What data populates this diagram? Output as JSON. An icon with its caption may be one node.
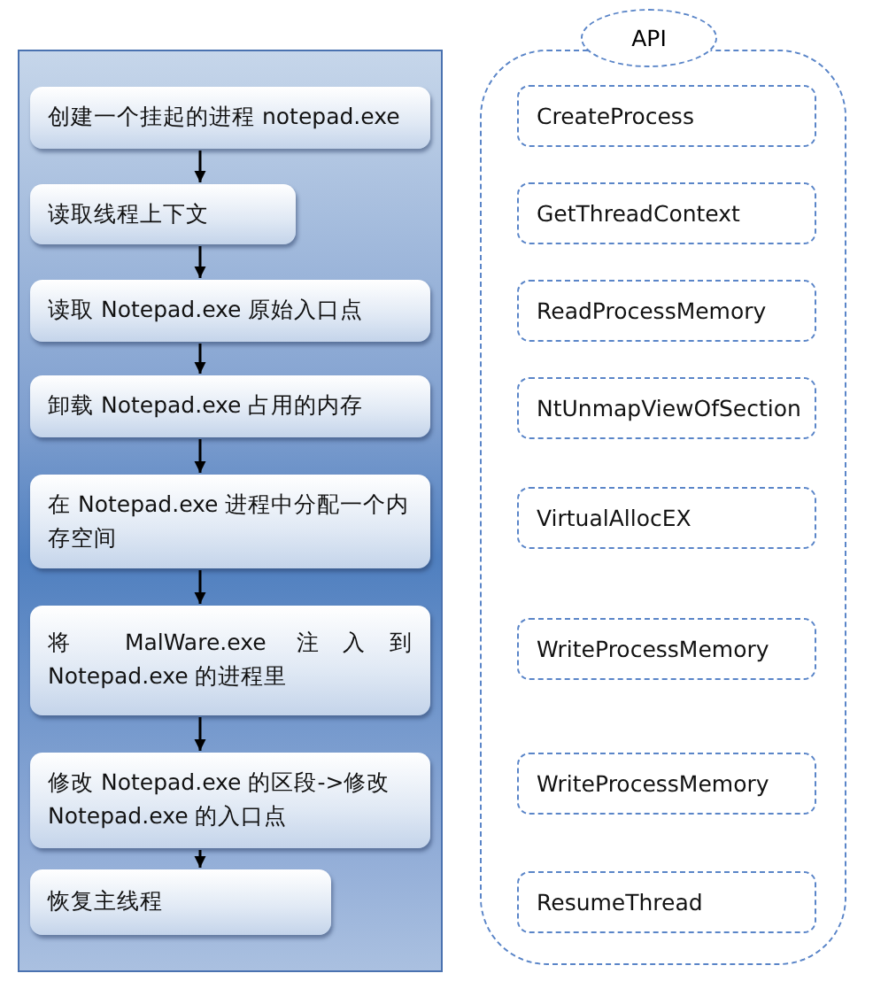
{
  "diagram": {
    "nodes": [
      {
        "text": [],
        "shape": "box"
      },
      {
        "text": [
          "创建一个挂起的进程 notepad.exe"
        ],
        "in": 0
      },
      {
        "text": [
          "读取线程上下文"
        ],
        "in": 0
      },
      {
        "text": [
          "读取 Notepad.exe 原始入口点"
        ],
        "in": 0
      },
      {
        "text": [
          "卸载 Notepad.exe 占用的内存"
        ],
        "in": 0
      },
      {
        "text": [
          "在 Notepad.exe 进程中分配一个内存空间"
        ],
        "in": 0
      },
      {
        "text": [
          "将 MalWare.exe 注入到 Notepad.exe 的进程里"
        ],
        "in": 0
      },
      {
        "text": [
          "修改 Notepad.exe 的区段->修改 Notepad.exe 的入口点"
        ],
        "in": 0
      },
      {
        "text": [
          "恢复主线程"
        ],
        "in": 0
      },
      {
        "text": [],
        "shape": "box"
      },
      {
        "text": [
          "API"
        ]
      },
      {
        "text": [
          "CreateProcess"
        ],
        "in": 9
      },
      {
        "text": [
          "GetThreadContext"
        ],
        "in": 9
      },
      {
        "text": [
          "ReadProcessMemory"
        ],
        "in": 9
      },
      {
        "text": [
          "NtUnmapViewOfSection"
        ],
        "in": 9
      },
      {
        "text": [
          "VirtualAllocEX"
        ],
        "in": 9
      },
      {
        "text": [
          "WriteProcessMemory"
        ],
        "in": 9
      },
      {
        "text": [
          "WriteProcessMemory"
        ],
        "in": 9
      },
      {
        "text": [
          "ResumeThread"
        ],
        "in": 9
      }
    ],
    "edges": [
      {
        "from": 1,
        "to": 2,
        "arrow": "to"
      },
      {
        "from": 2,
        "to": 3,
        "arrow": "to"
      },
      {
        "from": 3,
        "to": 4,
        "arrow": "to"
      },
      {
        "from": 4,
        "to": 5,
        "arrow": "to"
      },
      {
        "from": 5,
        "to": 6,
        "arrow": "to"
      },
      {
        "from": 6,
        "to": 7,
        "arrow": "to"
      },
      {
        "from": 7,
        "to": 8,
        "arrow": "to"
      }
    ]
  }
}
